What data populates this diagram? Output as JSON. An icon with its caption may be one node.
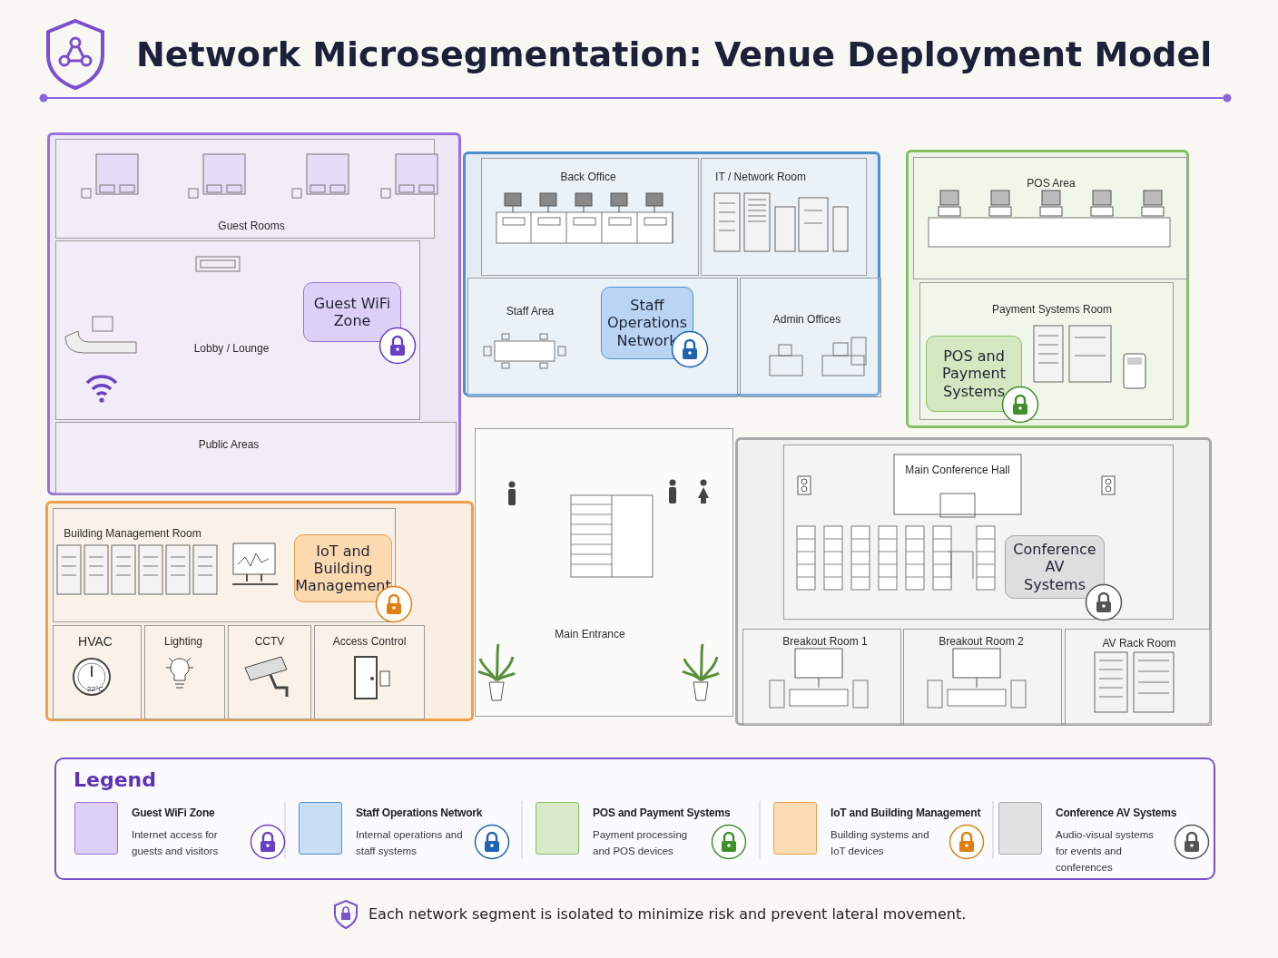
{
  "diagram": {
    "title": "Network Microsegmentation: Venue Deployment Model",
    "caption": "Each network segment is isolated to minimize risk and prevent lateral movement.",
    "nodes": [
      {
        "text": [],
        "shape": "box"
      },
      {
        "text": [
          "Guest Rooms"
        ],
        "in": 0
      },
      {
        "text": [
          "Lobby / Lounge"
        ],
        "in": 0
      },
      {
        "text": [
          "Guest WiFi Zone"
        ],
        "in": 2
      },
      {
        "text": [
          "Public Areas"
        ],
        "in": 0
      },
      {
        "text": [],
        "shape": "box"
      },
      {
        "text": [
          "Back Office"
        ],
        "in": 5
      },
      {
        "text": [
          "IT / Network Room"
        ],
        "in": 5
      },
      {
        "text": [
          "Staff Area"
        ],
        "in": 5
      },
      {
        "text": [
          "Staff Operations Network"
        ],
        "in": 8
      },
      {
        "text": [
          "Admin Offices"
        ],
        "in": 5
      },
      {
        "text": [],
        "shape": "box"
      },
      {
        "text": [
          "POS Area"
        ],
        "in": 11
      },
      {
        "text": [
          "Payment Systems Room"
        ],
        "in": 11
      },
      {
        "text": [
          "POS and Payment Systems"
        ],
        "in": 13
      },
      {
        "text": [],
        "shape": "box"
      },
      {
        "text": [
          "Building Management Room"
        ],
        "in": 15
      },
      {
        "text": [
          "IoT and Building Management"
        ],
        "in": 16
      },
      {
        "text": [
          "HVAC"
        ],
        "in": 15
      },
      {
        "text": [
          "Lighting"
        ],
        "in": 15
      },
      {
        "text": [
          "CCTV"
        ],
        "in": 15
      },
      {
        "text": [
          "Access Control"
        ],
        "in": 15
      },
      {
        "text": [
          "Main Entrance"
        ]
      },
      {
        "text": [],
        "shape": "box"
      },
      {
        "text": [
          "Main Conference Hall"
        ],
        "in": 23
      },
      {
        "text": [
          "Conference AV Systems"
        ],
        "in": 24
      },
      {
        "text": [
          "Breakout Room 1"
        ],
        "in": 23
      },
      {
        "text": [
          "Breakout Room 2"
        ],
        "in": 23
      },
      {
        "text": [
          "AV Rack Room"
        ],
        "in": 23
      }
    ],
    "labels": [
      "22°C",
      "Legend",
      "Internet access for guests and visitors",
      "Internal operations and staff systems",
      "Payment processing and POS devices",
      "Building systems and IoT devices",
      "Audio-visual systems for events and conferences"
    ],
    "legend": [
      {
        "text": "Guest WiFi Zone",
        "color": "#ddd0f7"
      },
      {
        "text": "Staff Operations Network",
        "color": "#c9def4"
      },
      {
        "text": "POS and Payment Systems",
        "color": "#d8eac8"
      },
      {
        "text": "IoT and Building Management",
        "color": "#fddcb5"
      },
      {
        "text": "Conference AV Systems",
        "color": "#e2e2e2"
      }
    ]
  }
}
